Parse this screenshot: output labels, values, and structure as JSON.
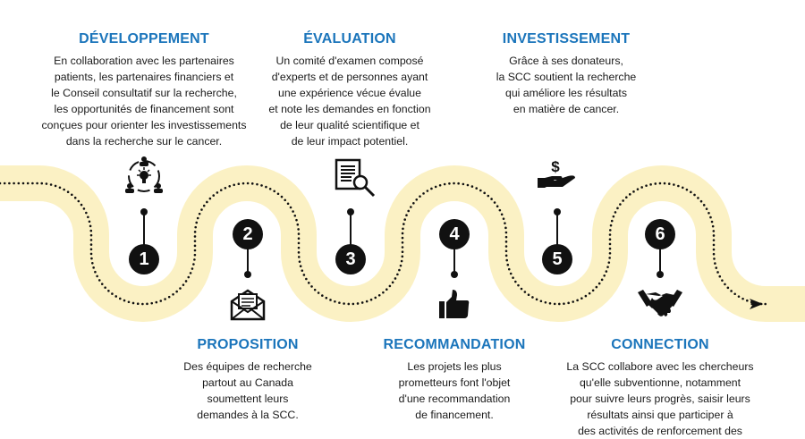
{
  "steps": [
    {
      "number": "1",
      "title": "DÉVELOPPEMENT",
      "lines": [
        "En collaboration avec les partenaires",
        "patients, les partenaires financiers et",
        "le Conseil consultatif sur la recherche,",
        "les opportunités de financement sont",
        "conçues pour orienter les investissements",
        "dans la recherche sur le cancer."
      ],
      "icon": "people-idea-icon"
    },
    {
      "number": "2",
      "title": "PROPOSITION",
      "lines": [
        "Des équipes de recherche",
        "partout au Canada",
        "soumettent leurs",
        "demandes à la SCC."
      ],
      "icon": "envelope-letter-icon"
    },
    {
      "number": "3",
      "title": "ÉVALUATION",
      "lines": [
        "Un comité d'examen composé",
        "d'experts et de personnes ayant",
        "une expérience vécue évalue",
        "et note les demandes en fonction",
        "de leur qualité scientifique et",
        "de leur impact potentiel."
      ],
      "icon": "document-magnifier-icon"
    },
    {
      "number": "4",
      "title": "RECOMMANDATION",
      "lines": [
        "Les projets les plus",
        "prometteurs font l'objet",
        "d'une recommandation",
        "de financement."
      ],
      "icon": "thumbs-up-icon"
    },
    {
      "number": "5",
      "title": "INVESTISSEMENT",
      "lines": [
        "Grâce à ses donateurs,",
        "la SCC soutient la recherche",
        "qui améliore les résultats",
        "en matière de cancer."
      ],
      "icon": "hand-dollar-icon"
    },
    {
      "number": "6",
      "title": "CONNECTION",
      "lines": [
        "La SCC collabore avec les chercheurs",
        "qu'elle subventionne, notamment",
        "pour suivre leurs progrès, saisir leurs",
        "résultats ainsi que participer à",
        "des activités de renforcement des"
      ],
      "icon": "handshake-icon"
    }
  ],
  "colors": {
    "heading": "#1b75bb",
    "road": "#fbf1c4",
    "marker": "#111111"
  }
}
